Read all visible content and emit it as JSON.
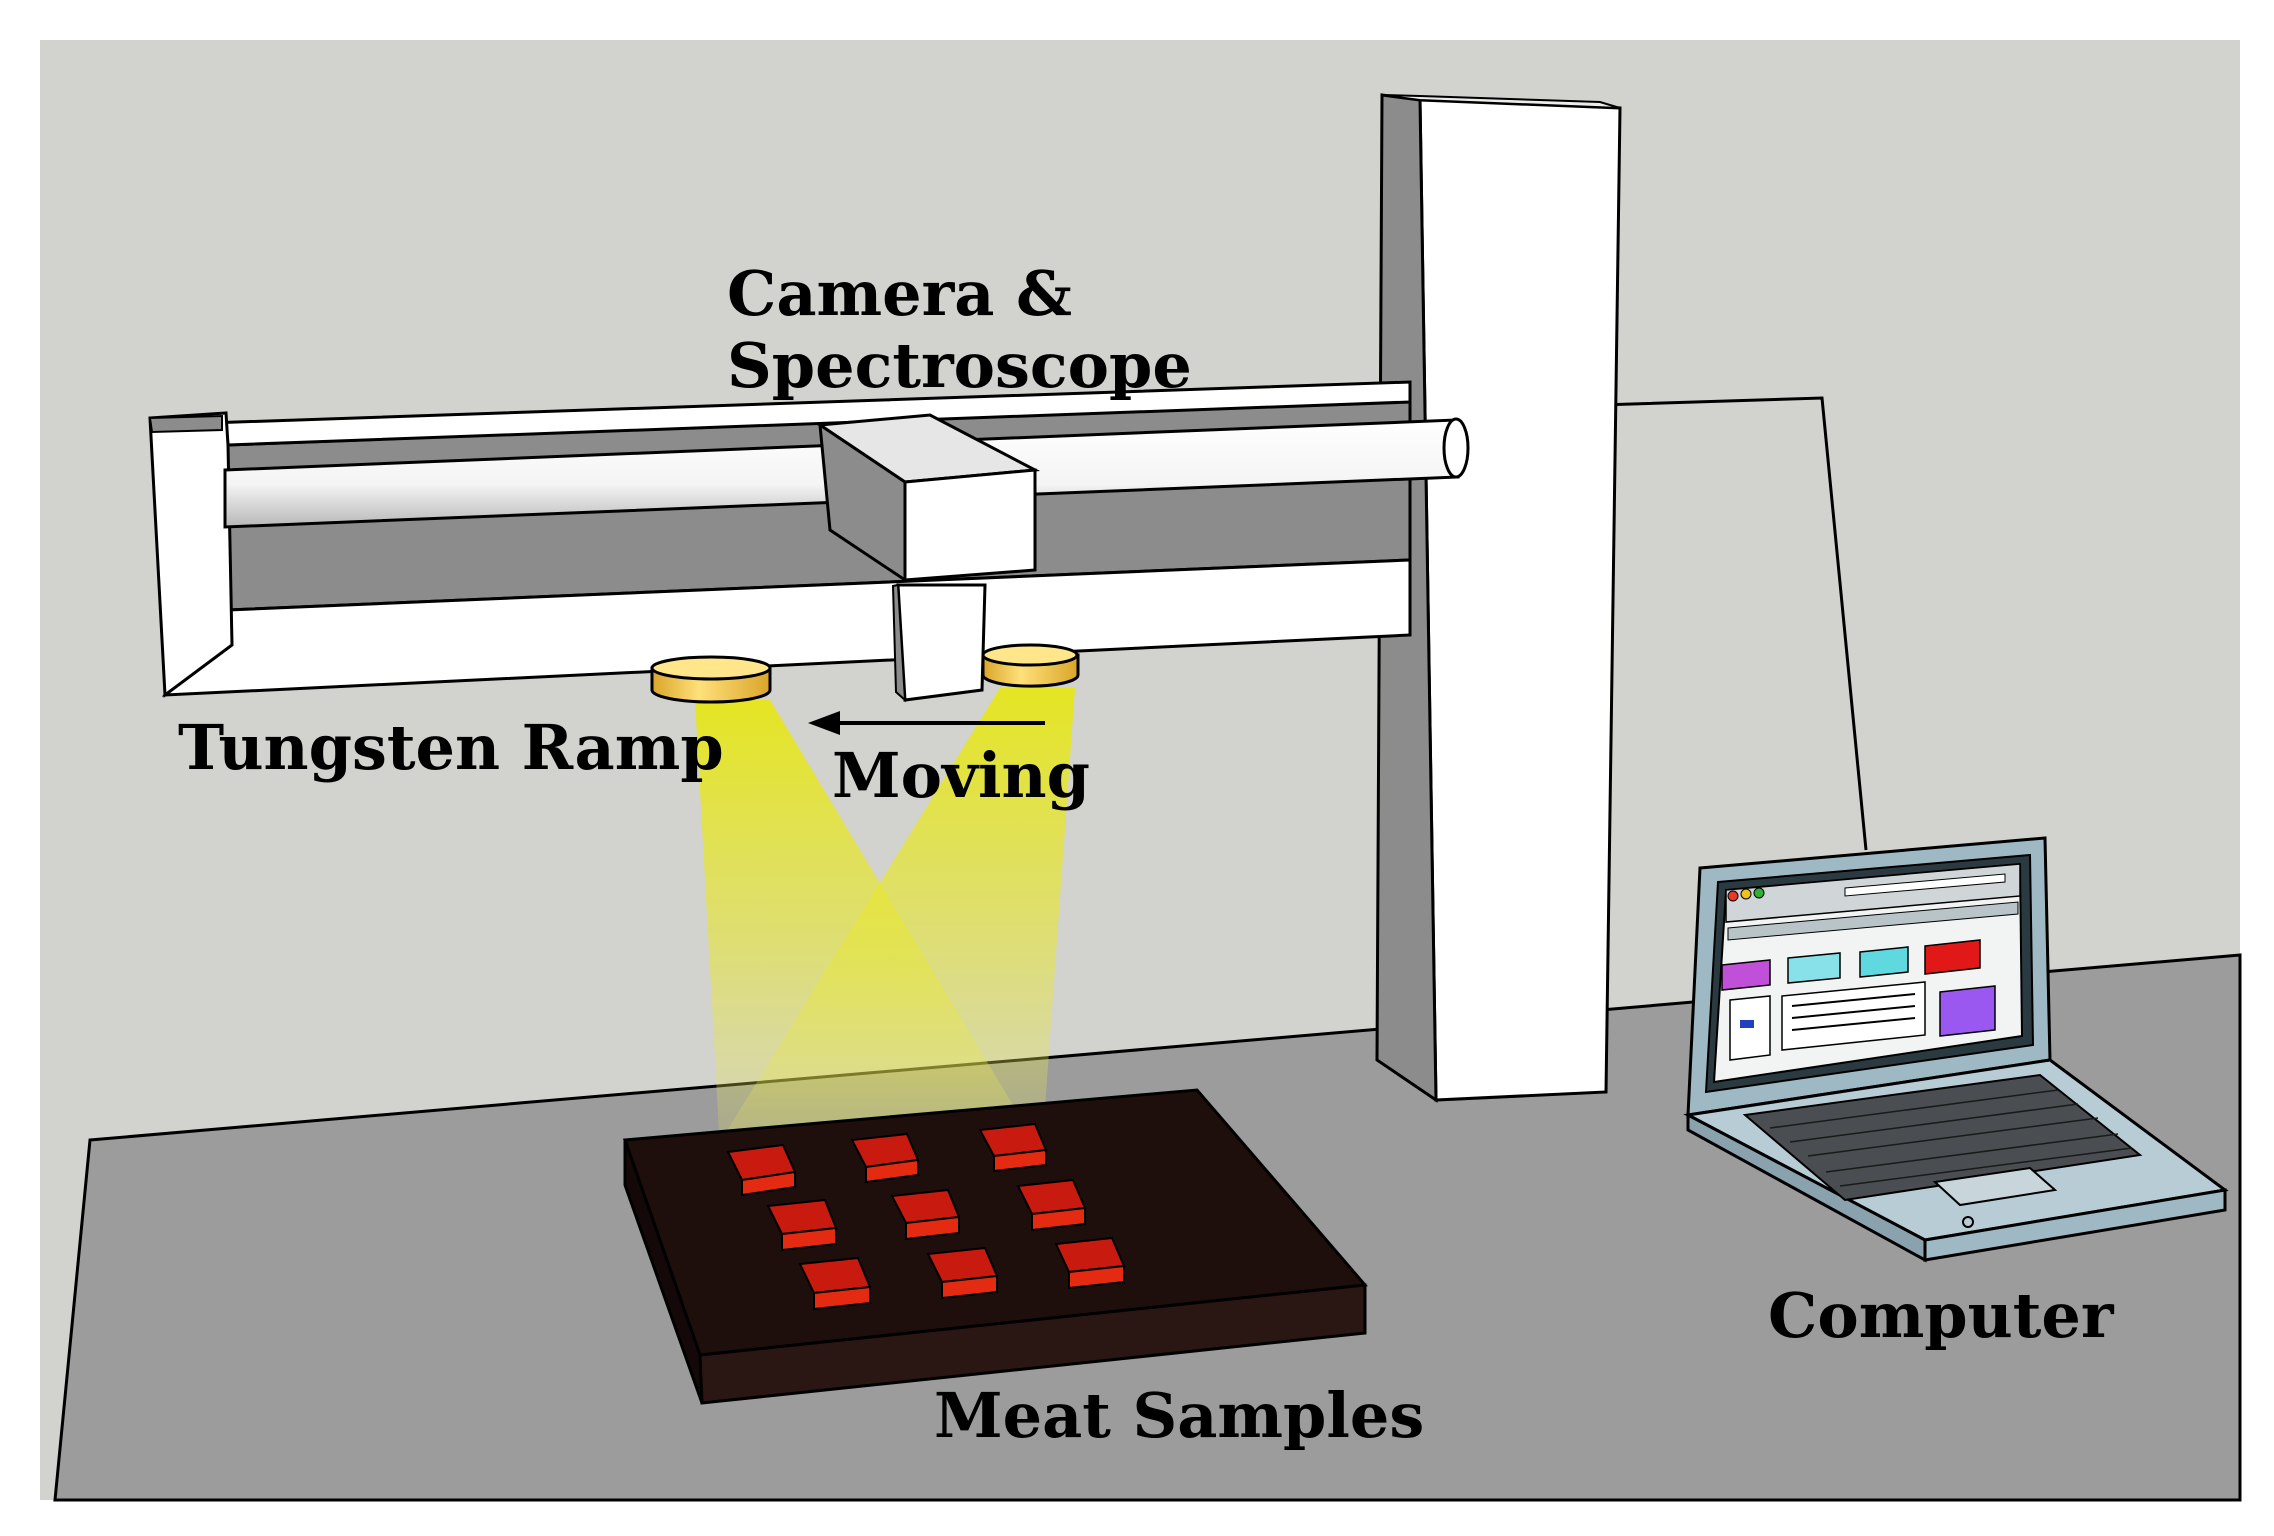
{
  "labels": {
    "camera_line1": "Camera &",
    "camera_line2": "Spectroscope",
    "tungsten": "Tungsten Ramp",
    "moving": "Moving",
    "computer": "Computer",
    "meat": "Meat Samples"
  },
  "colors": {
    "wall": "#d2d2ce",
    "floor": "#9c9c9c",
    "rig": "#ffffff",
    "rig_shadow": "#8c8c8c",
    "lamp": "#f2c63a",
    "light_beam": "#e8e81e",
    "tray": "#1f0f0c",
    "sample": "#d01c10",
    "laptop_body": "#9eb8c4",
    "outline": "#000000"
  },
  "icons": [
    "arrow-left-icon",
    "laptop-icon",
    "lamp-icon",
    "camera-box-icon"
  ],
  "sample_count": 9
}
